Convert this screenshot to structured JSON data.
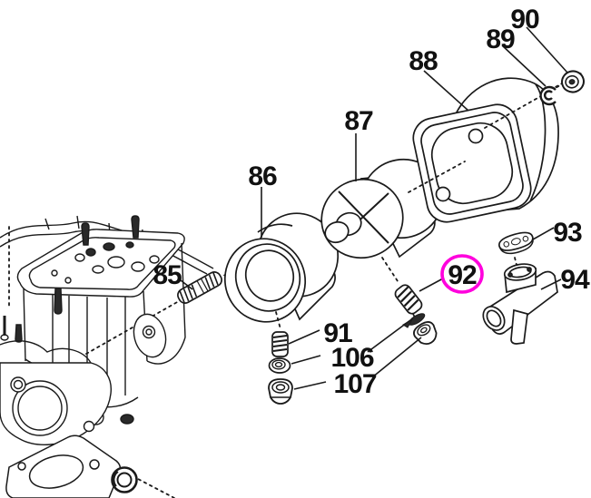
{
  "diagram": {
    "type": "exploded-parts-diagram",
    "subject": "carburetor assembly parts view",
    "background_color": "#ffffff",
    "line_color": "#1a1a1a",
    "highlight_color": "#ff00dd",
    "highlighted_part": "92",
    "labels": {
      "l85": "85",
      "l86": "86",
      "l87": "87",
      "l88": "88",
      "l89": "89",
      "l90": "90",
      "l91": "91",
      "l92": "92",
      "l93": "93",
      "l94": "94",
      "l106": "106",
      "l107": "107"
    }
  }
}
